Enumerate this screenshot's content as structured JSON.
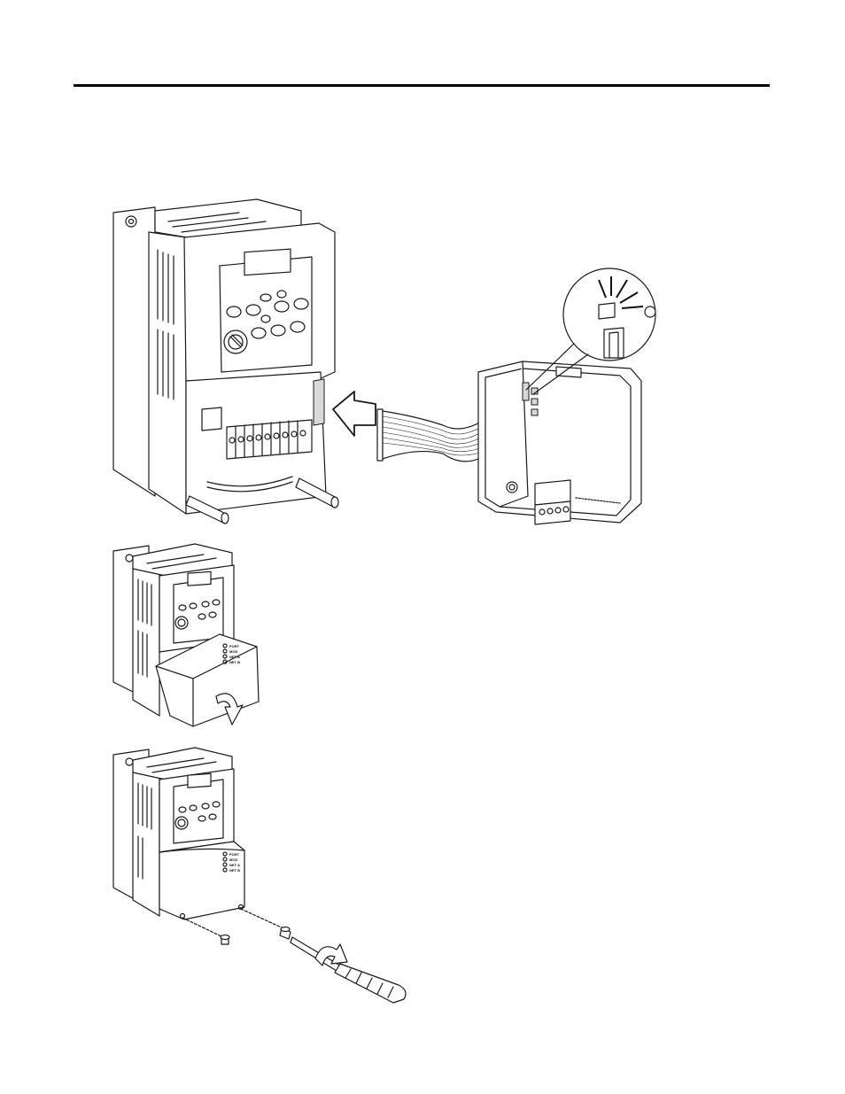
{
  "figures": {
    "status_indicators_cover": [
      "PORT",
      "MOD",
      "NET A",
      "NET B"
    ],
    "status_indicators_installed": [
      "PORT",
      "MOD",
      "NET A",
      "NET B"
    ]
  }
}
